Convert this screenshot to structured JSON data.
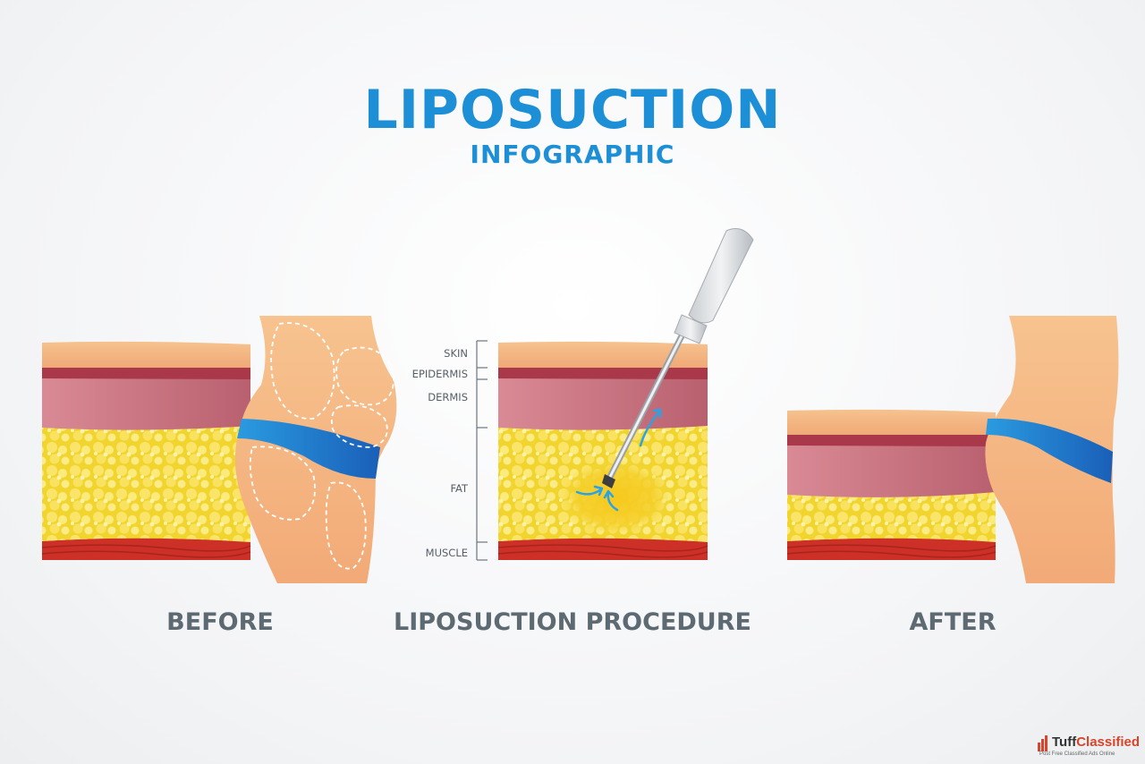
{
  "header": {
    "title": "LIPOSUCTION",
    "subtitle": "INFOGRAPHIC"
  },
  "panels": {
    "before": {
      "caption": "BEFORE"
    },
    "procedure": {
      "caption": "LIPOSUCTION PROCEDURE"
    },
    "after": {
      "caption": "AFTER"
    }
  },
  "layer_labels": {
    "skin": "SKIN",
    "epidermis": "EPIDERMIS",
    "dermis": "DERMIS",
    "fat": "FAT",
    "muscle": "MUSCLE"
  },
  "watermark": {
    "name_part1": "Tuff",
    "name_part2": "Classified",
    "tagline": "Post Free Classified Ads Online"
  },
  "colors": {
    "title": "#1c8fd6",
    "caption": "#5e6a72",
    "skin": "#f2ad78",
    "epidermis": "#a8384a",
    "dermis": "#c76f7f",
    "fat": "#f3d83a",
    "muscle": "#cc3026",
    "swimsuit": "#1f76c8",
    "cannula": "#d9dcdf"
  }
}
